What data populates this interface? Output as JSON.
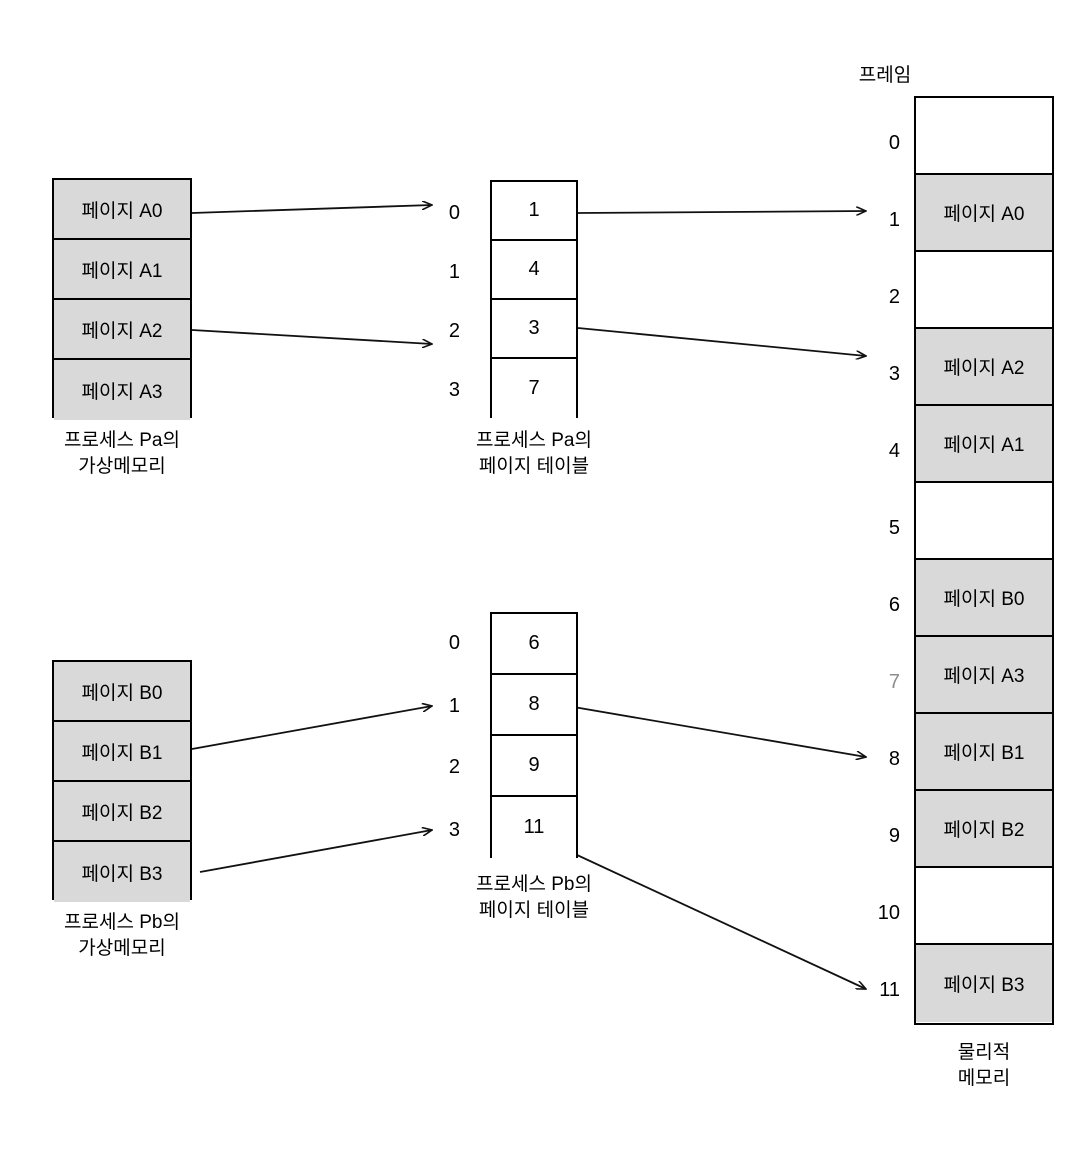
{
  "diagram": {
    "title_frame_label": "프레임",
    "physical_memory_caption": "물리적\n메모리"
  },
  "process_a": {
    "virtual_memory": {
      "caption": "프로세스 Pa의\n가상메모리",
      "pages": [
        {
          "label": "페이지 A0"
        },
        {
          "label": "페이지 A1"
        },
        {
          "label": "페이지 A2"
        },
        {
          "label": "페이지 A3"
        }
      ]
    },
    "page_table": {
      "caption": "프로세스 Pa의\n페이지 테이블",
      "indices": [
        "0",
        "1",
        "2",
        "3"
      ],
      "entries": [
        "1",
        "4",
        "3",
        "7"
      ]
    }
  },
  "process_b": {
    "virtual_memory": {
      "caption": "프로세스 Pb의\n가상메모리",
      "pages": [
        {
          "label": "페이지 B0"
        },
        {
          "label": "페이지 B1"
        },
        {
          "label": "페이지 B2"
        },
        {
          "label": "페이지 B3"
        }
      ]
    },
    "page_table": {
      "caption": "프로세스 Pb의\n페이지 테이블",
      "indices": [
        "0",
        "1",
        "2",
        "3"
      ],
      "entries": [
        "6",
        "8",
        "9",
        "11"
      ]
    }
  },
  "physical_memory": {
    "frames": [
      {
        "number": "0",
        "label": "",
        "filled": false,
        "dim_number": false
      },
      {
        "number": "1",
        "label": "페이지 A0",
        "filled": true,
        "dim_number": false
      },
      {
        "number": "2",
        "label": "",
        "filled": false,
        "dim_number": false
      },
      {
        "number": "3",
        "label": "페이지 A2",
        "filled": true,
        "dim_number": false
      },
      {
        "number": "4",
        "label": "페이지 A1",
        "filled": true,
        "dim_number": false
      },
      {
        "number": "5",
        "label": "",
        "filled": false,
        "dim_number": false
      },
      {
        "number": "6",
        "label": "페이지 B0",
        "filled": true,
        "dim_number": false
      },
      {
        "number": "7",
        "label": "페이지 A3",
        "filled": true,
        "dim_number": true
      },
      {
        "number": "8",
        "label": "페이지 B1",
        "filled": true,
        "dim_number": false
      },
      {
        "number": "9",
        "label": "페이지 B2",
        "filled": true,
        "dim_number": false
      },
      {
        "number": "10",
        "label": "",
        "filled": false,
        "dim_number": false
      },
      {
        "number": "11",
        "label": "페이지 B3",
        "filled": true,
        "dim_number": false
      }
    ]
  },
  "colors": {
    "fill": "#d9d9d9",
    "stroke": "#000000",
    "dim_text": "#8d8d8d",
    "background": "#ffffff"
  },
  "mappings": [
    {
      "from": "페이지 A0",
      "to_index": "0"
    },
    {
      "from": "페이지 A2",
      "to_index": "2"
    },
    {
      "from": "Pa[0]=1",
      "to_frame": "1"
    },
    {
      "from": "Pa[2]=3",
      "to_frame": "3"
    },
    {
      "from": "페이지 B1",
      "to_index": "1"
    },
    {
      "from": "페이지 B3",
      "to_index": "3"
    },
    {
      "from": "Pb[1]=8",
      "to_frame": "8"
    },
    {
      "from": "Pb[3]=11",
      "to_frame": "11"
    }
  ]
}
